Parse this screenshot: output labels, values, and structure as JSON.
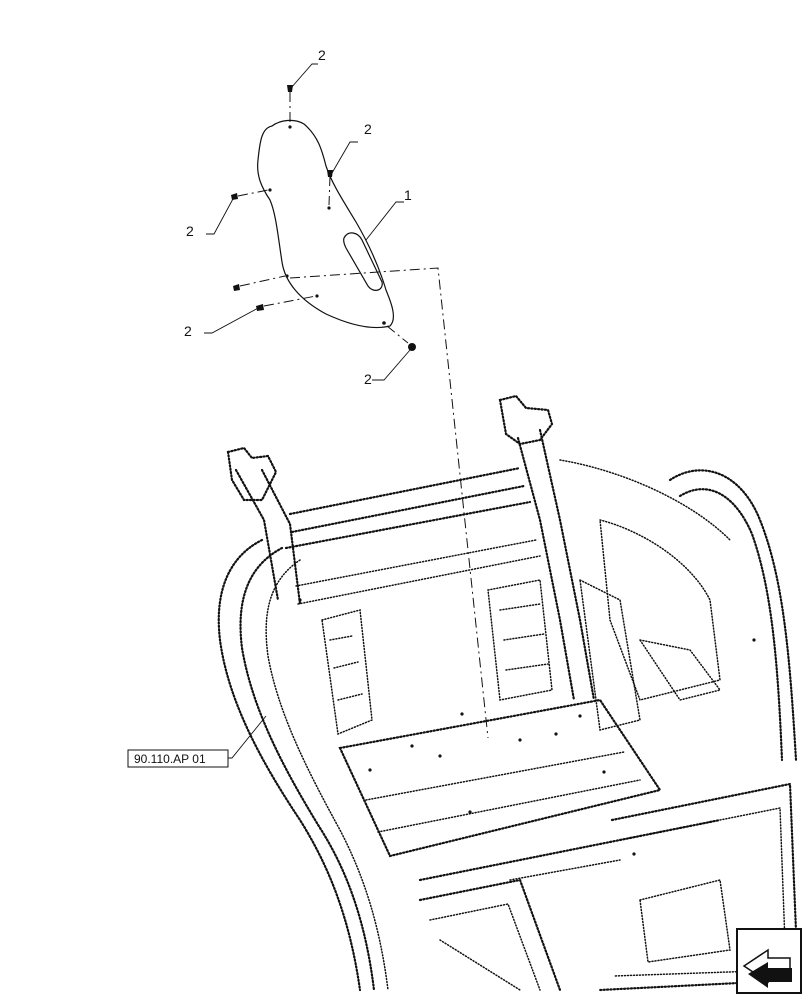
{
  "callouts": {
    "part1": "1",
    "part2_top": "2",
    "part2_upper_right": "2",
    "part2_left_upper": "2",
    "part2_left_lower": "2",
    "part2_bottom": "2"
  },
  "reference": {
    "label": "90.110.AP 01"
  },
  "icons": {
    "nav": "next-page-arrow-icon"
  }
}
